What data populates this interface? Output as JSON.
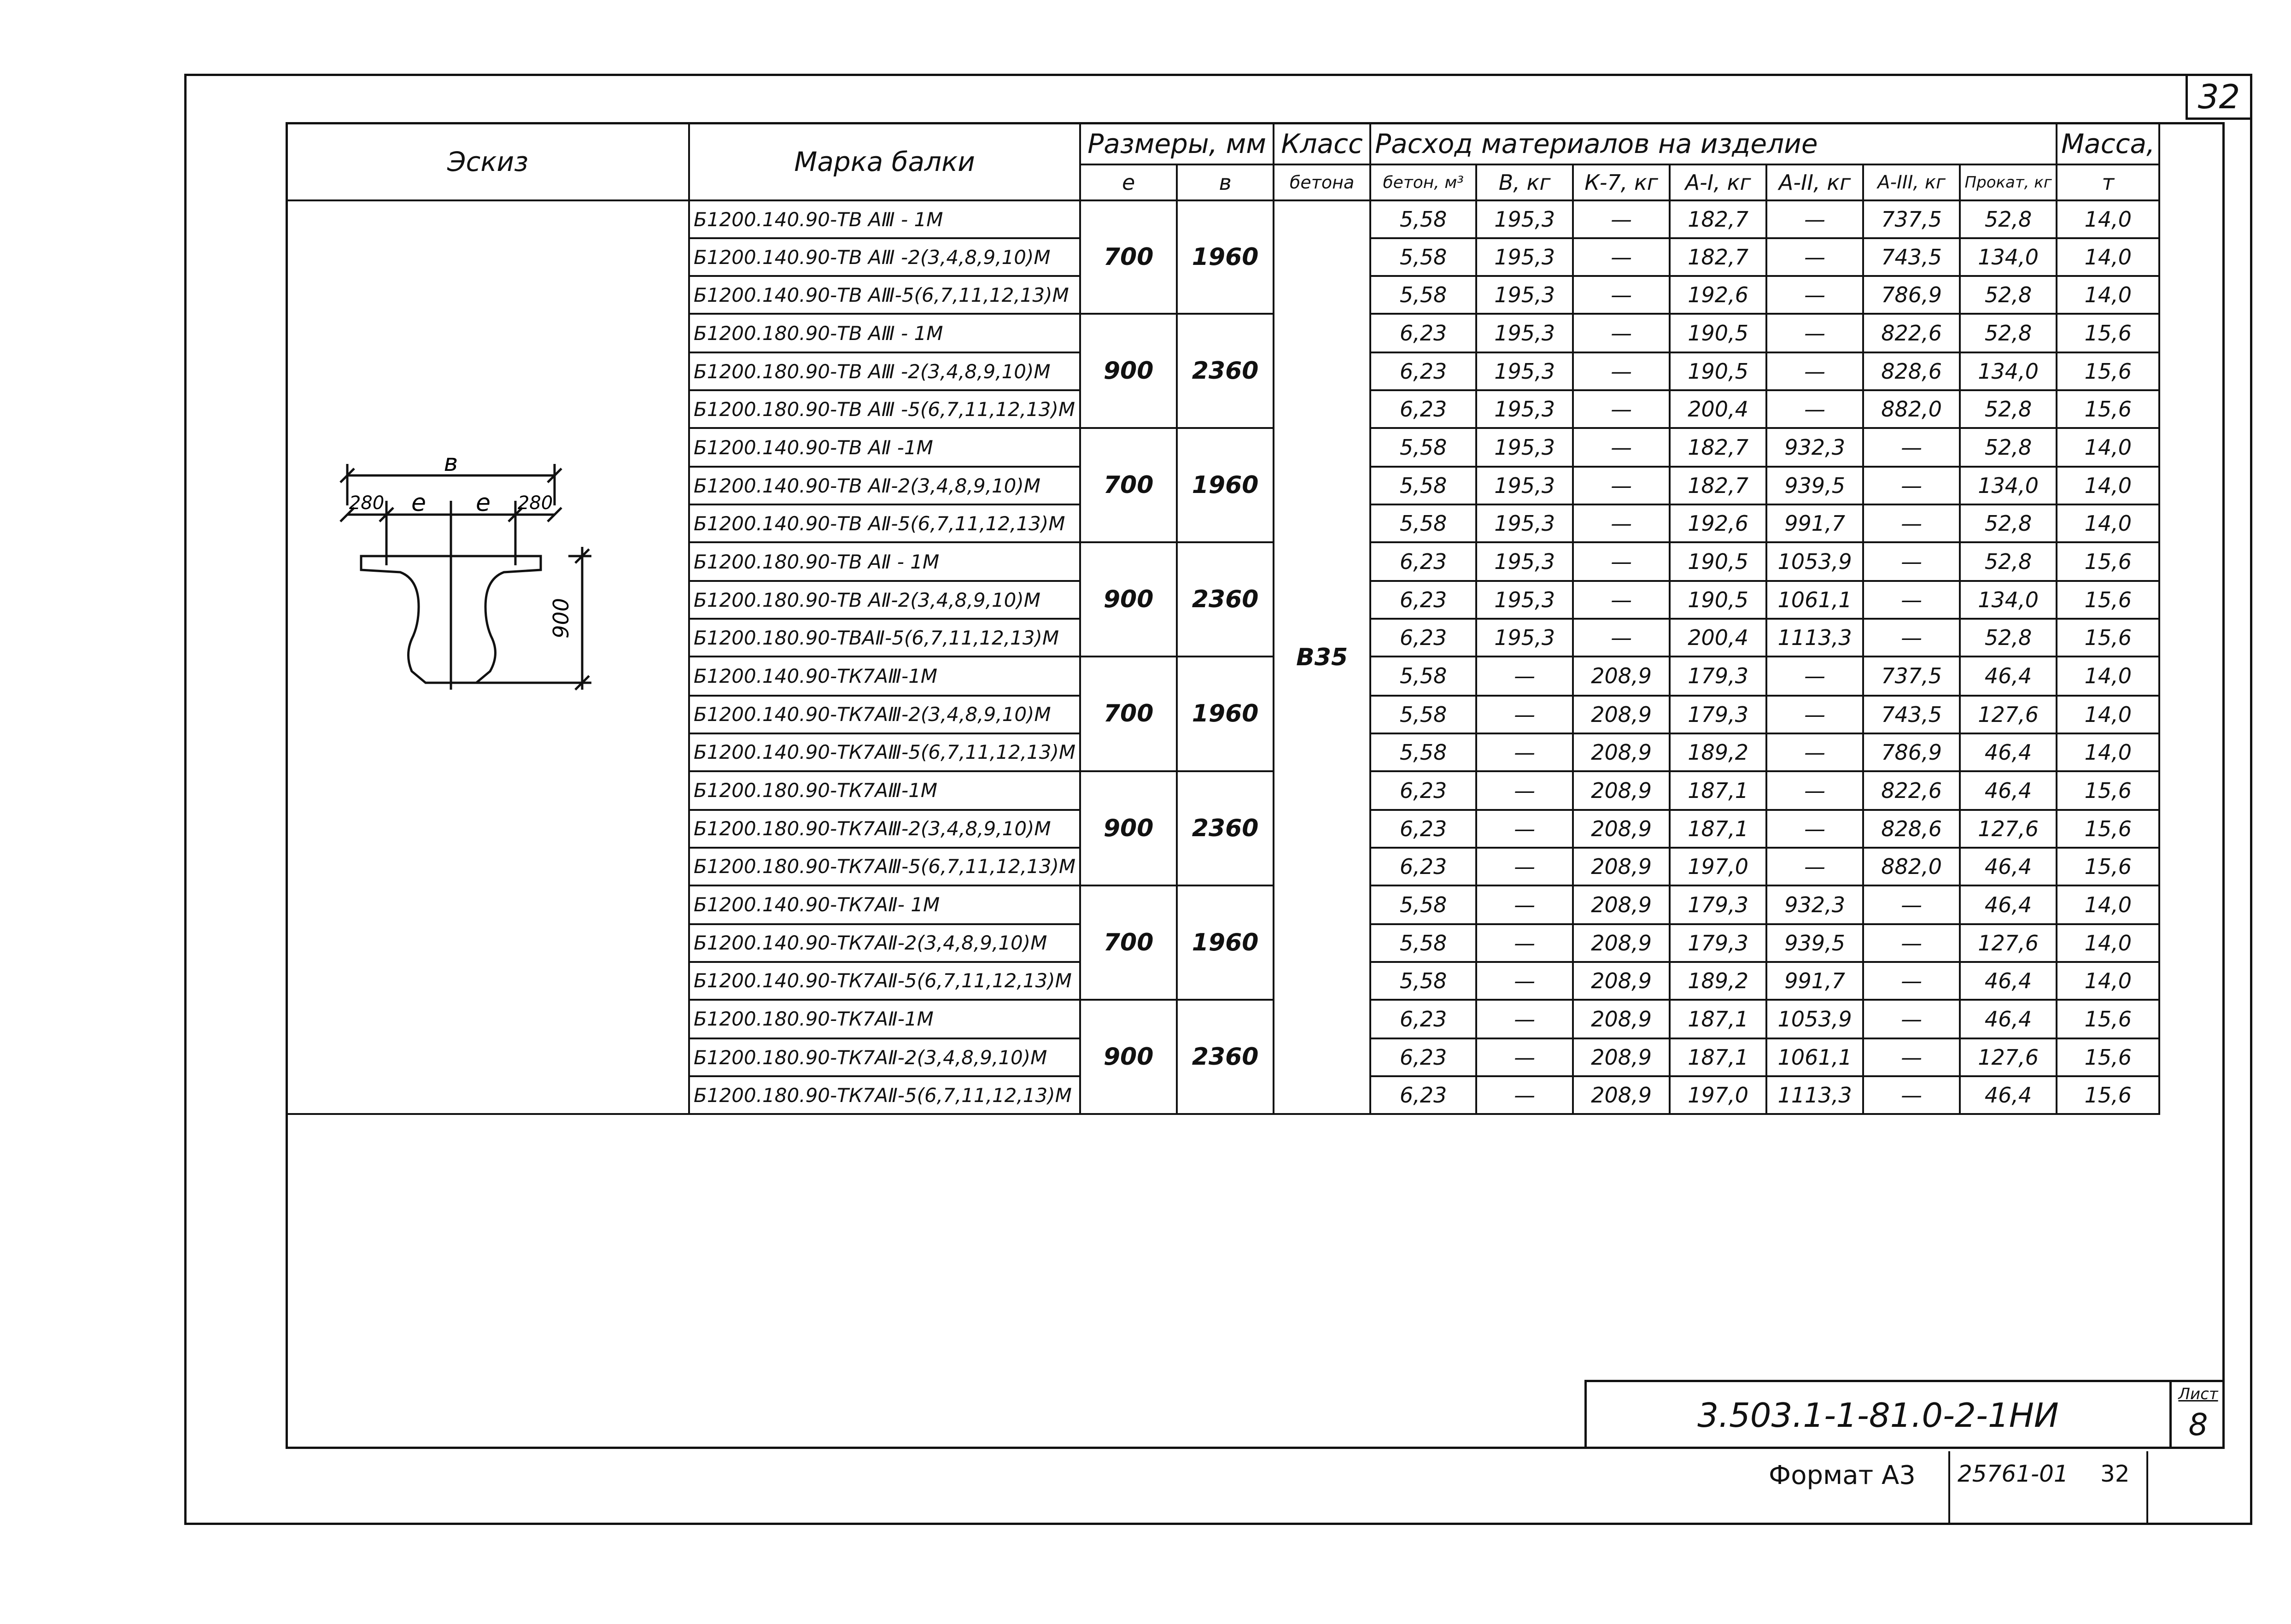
{
  "page_number": "32",
  "header": {
    "sketch": "Эскиз",
    "mark": "Марка балки",
    "dimensions": "Размеры, мм",
    "dim_e": "е",
    "dim_b": "в",
    "class_top": "Класс",
    "class_bottom": "бетона",
    "consumption": "Расход материалов на изделие",
    "concrete": "бетон, м³",
    "b_kg": "В, кг",
    "k7_kg": "К-7, кг",
    "a1_kg": "А-I, кг",
    "a2_kg": "А-II, кг",
    "a3_kg": "А-III, кг",
    "rolled_kg": "Прокат, кг",
    "mass_top": "Масса,",
    "mass_bottom": "т"
  },
  "sketch_labels": {
    "b": "в",
    "left_overhang": "280",
    "e_left": "е",
    "e_right": "е",
    "right_overhang": "280",
    "height": "900"
  },
  "concrete_class": "В35",
  "groups": [
    {
      "e": "700",
      "b": "1960",
      "rows": [
        {
          "mark": "Б1200.140.90-ТВ АⅢ - 1М",
          "concrete": "5,58",
          "b": "195,3",
          "k7": "—",
          "a1": "182,7",
          "a2": "—",
          "a3": "737,5",
          "rolled": "52,8",
          "mass": "14,0"
        },
        {
          "mark": "Б1200.140.90-ТВ АⅢ -2(3,4,8,9,10)М",
          "concrete": "5,58",
          "b": "195,3",
          "k7": "—",
          "a1": "182,7",
          "a2": "—",
          "a3": "743,5",
          "rolled": "134,0",
          "mass": "14,0"
        },
        {
          "mark": "Б1200.140.90-ТВ АⅢ-5(6,7,11,12,13)М",
          "concrete": "5,58",
          "b": "195,3",
          "k7": "—",
          "a1": "192,6",
          "a2": "—",
          "a3": "786,9",
          "rolled": "52,8",
          "mass": "14,0"
        }
      ]
    },
    {
      "e": "900",
      "b": "2360",
      "rows": [
        {
          "mark": "Б1200.180.90-ТВ АⅢ - 1М",
          "concrete": "6,23",
          "b": "195,3",
          "k7": "—",
          "a1": "190,5",
          "a2": "—",
          "a3": "822,6",
          "rolled": "52,8",
          "mass": "15,6"
        },
        {
          "mark": "Б1200.180.90-ТВ АⅢ -2(3,4,8,9,10)М",
          "concrete": "6,23",
          "b": "195,3",
          "k7": "—",
          "a1": "190,5",
          "a2": "—",
          "a3": "828,6",
          "rolled": "134,0",
          "mass": "15,6"
        },
        {
          "mark": "Б1200.180.90-ТВ АⅢ -5(6,7,11,12,13)М",
          "concrete": "6,23",
          "b": "195,3",
          "k7": "—",
          "a1": "200,4",
          "a2": "—",
          "a3": "882,0",
          "rolled": "52,8",
          "mass": "15,6"
        }
      ]
    },
    {
      "e": "700",
      "b": "1960",
      "rows": [
        {
          "mark": "Б1200.140.90-ТВ АⅡ -1М",
          "concrete": "5,58",
          "b": "195,3",
          "k7": "—",
          "a1": "182,7",
          "a2": "932,3",
          "a3": "—",
          "rolled": "52,8",
          "mass": "14,0"
        },
        {
          "mark": "Б1200.140.90-ТВ АⅡ-2(3,4,8,9,10)М",
          "concrete": "5,58",
          "b": "195,3",
          "k7": "—",
          "a1": "182,7",
          "a2": "939,5",
          "a3": "—",
          "rolled": "134,0",
          "mass": "14,0"
        },
        {
          "mark": "Б1200.140.90-ТВ АⅡ-5(6,7,11,12,13)М",
          "concrete": "5,58",
          "b": "195,3",
          "k7": "—",
          "a1": "192,6",
          "a2": "991,7",
          "a3": "—",
          "rolled": "52,8",
          "mass": "14,0"
        }
      ]
    },
    {
      "e": "900",
      "b": "2360",
      "rows": [
        {
          "mark": "Б1200.180.90-ТВ АⅡ - 1М",
          "concrete": "6,23",
          "b": "195,3",
          "k7": "—",
          "a1": "190,5",
          "a2": "1053,9",
          "a3": "—",
          "rolled": "52,8",
          "mass": "15,6"
        },
        {
          "mark": "Б1200.180.90-ТВ АⅡ-2(3,4,8,9,10)М",
          "concrete": "6,23",
          "b": "195,3",
          "k7": "—",
          "a1": "190,5",
          "a2": "1061,1",
          "a3": "—",
          "rolled": "134,0",
          "mass": "15,6"
        },
        {
          "mark": "Б1200.180.90-ТВАⅡ-5(6,7,11,12,13)М",
          "concrete": "6,23",
          "b": "195,3",
          "k7": "—",
          "a1": "200,4",
          "a2": "1113,3",
          "a3": "—",
          "rolled": "52,8",
          "mass": "15,6"
        }
      ]
    },
    {
      "e": "700",
      "b": "1960",
      "rows": [
        {
          "mark": "Б1200.140.90-ТК7АⅢ-1М",
          "concrete": "5,58",
          "b": "—",
          "k7": "208,9",
          "a1": "179,3",
          "a2": "—",
          "a3": "737,5",
          "rolled": "46,4",
          "mass": "14,0"
        },
        {
          "mark": "Б1200.140.90-ТК7АⅢ-2(3,4,8,9,10)М",
          "concrete": "5,58",
          "b": "—",
          "k7": "208,9",
          "a1": "179,3",
          "a2": "—",
          "a3": "743,5",
          "rolled": "127,6",
          "mass": "14,0"
        },
        {
          "mark": "Б1200.140.90-ТК7АⅢ-5(6,7,11,12,13)М",
          "concrete": "5,58",
          "b": "—",
          "k7": "208,9",
          "a1": "189,2",
          "a2": "—",
          "a3": "786,9",
          "rolled": "46,4",
          "mass": "14,0"
        }
      ]
    },
    {
      "e": "900",
      "b": "2360",
      "rows": [
        {
          "mark": "Б1200.180.90-ТК7АⅢ-1М",
          "concrete": "6,23",
          "b": "—",
          "k7": "208,9",
          "a1": "187,1",
          "a2": "—",
          "a3": "822,6",
          "rolled": "46,4",
          "mass": "15,6"
        },
        {
          "mark": "Б1200.180.90-ТК7АⅢ-2(3,4,8,9,10)М",
          "concrete": "6,23",
          "b": "—",
          "k7": "208,9",
          "a1": "187,1",
          "a2": "—",
          "a3": "828,6",
          "rolled": "127,6",
          "mass": "15,6"
        },
        {
          "mark": "Б1200.180.90-ТК7АⅢ-5(6,7,11,12,13)М",
          "concrete": "6,23",
          "b": "—",
          "k7": "208,9",
          "a1": "197,0",
          "a2": "—",
          "a3": "882,0",
          "rolled": "46,4",
          "mass": "15,6"
        }
      ]
    },
    {
      "e": "700",
      "b": "1960",
      "rows": [
        {
          "mark": "Б1200.140.90-ТК7АⅡ- 1М",
          "concrete": "5,58",
          "b": "—",
          "k7": "208,9",
          "a1": "179,3",
          "a2": "932,3",
          "a3": "—",
          "rolled": "46,4",
          "mass": "14,0"
        },
        {
          "mark": "Б1200.140.90-ТК7АⅡ-2(3,4,8,9,10)М",
          "concrete": "5,58",
          "b": "—",
          "k7": "208,9",
          "a1": "179,3",
          "a2": "939,5",
          "a3": "—",
          "rolled": "127,6",
          "mass": "14,0"
        },
        {
          "mark": "Б1200.140.90-ТК7АⅡ-5(6,7,11,12,13)М",
          "concrete": "5,58",
          "b": "—",
          "k7": "208,9",
          "a1": "189,2",
          "a2": "991,7",
          "a3": "—",
          "rolled": "46,4",
          "mass": "14,0"
        }
      ]
    },
    {
      "e": "900",
      "b": "2360",
      "rows": [
        {
          "mark": "Б1200.180.90-ТК7АⅡ-1М",
          "concrete": "6,23",
          "b": "—",
          "k7": "208,9",
          "a1": "187,1",
          "a2": "1053,9",
          "a3": "—",
          "rolled": "46,4",
          "mass": "15,6"
        },
        {
          "mark": "Б1200.180.90-ТК7АⅡ-2(3,4,8,9,10)М",
          "concrete": "6,23",
          "b": "—",
          "k7": "208,9",
          "a1": "187,1",
          "a2": "1061,1",
          "a3": "—",
          "rolled": "127,6",
          "mass": "15,6"
        },
        {
          "mark": "Б1200.180.90-ТК7АⅡ-5(6,7,11,12,13)М",
          "concrete": "6,23",
          "b": "—",
          "k7": "208,9",
          "a1": "197,0",
          "a2": "1113,3",
          "a3": "—",
          "rolled": "46,4",
          "mass": "15,6"
        }
      ]
    }
  ],
  "title_block": {
    "doc_code": "3.503.1-1-81.0-2-1НИ",
    "sheet_label": "Лист",
    "sheet_number": "8"
  },
  "bottom_strip": {
    "format": "Формат А3",
    "inventory": "25761-01",
    "copy_number": "32"
  }
}
